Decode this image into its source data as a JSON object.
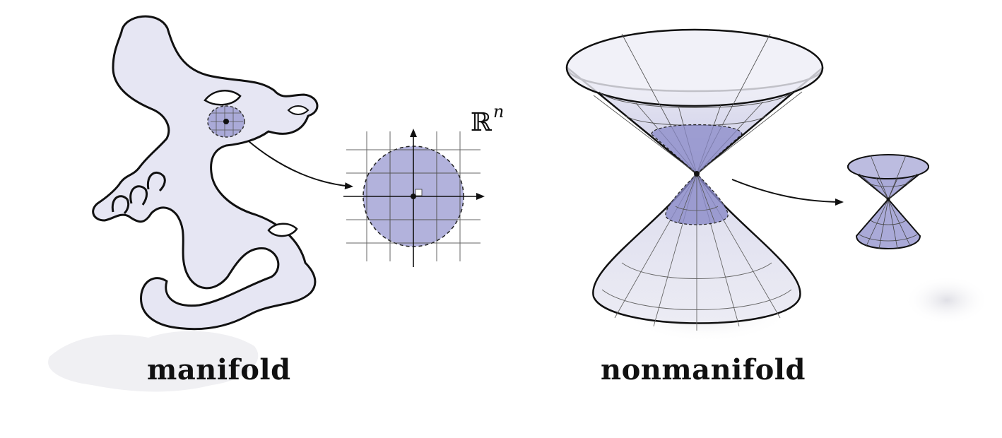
{
  "labels": {
    "manifold": "manifold",
    "nonmanifold": "nonmanifold",
    "space_symbol": "ℝ",
    "space_exponent": "n"
  },
  "colors": {
    "fill_light": "#e6e6f3",
    "fill_medium": "#aaaad8",
    "fill_dark": "#7a7ac0",
    "outline": "#111111",
    "grid": "#555555",
    "shadow": "#e9e9ee"
  }
}
